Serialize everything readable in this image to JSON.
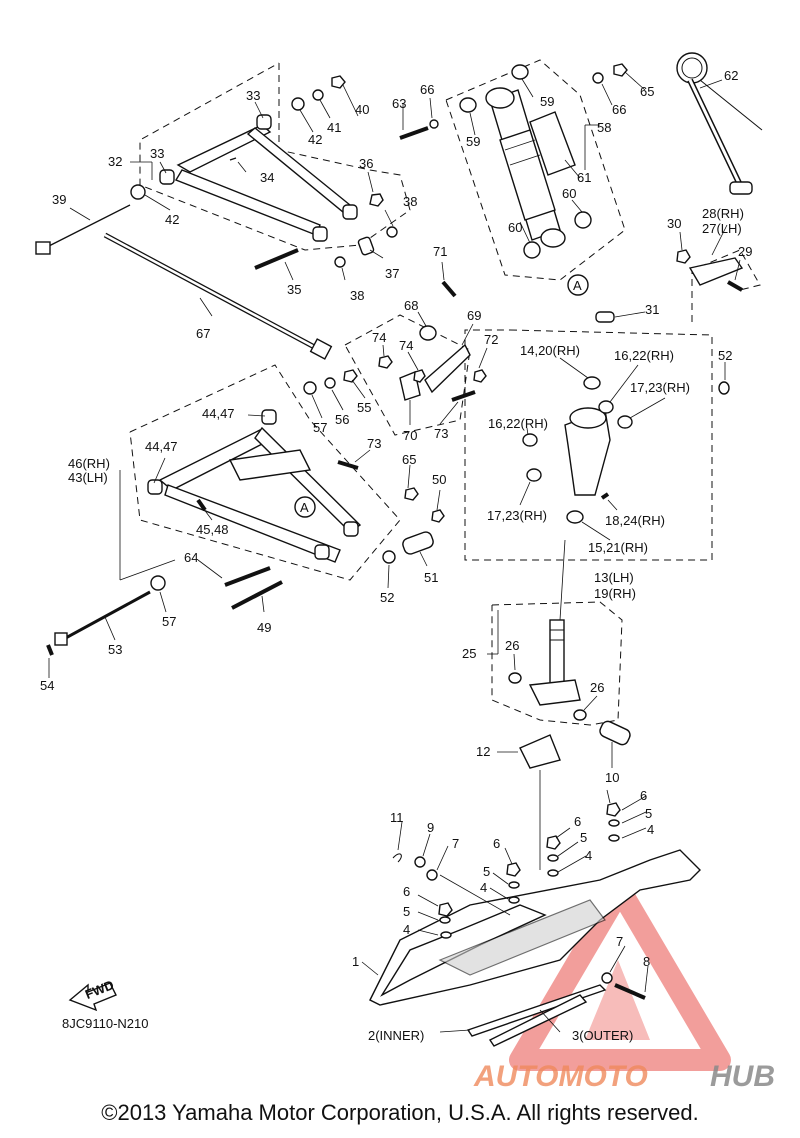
{
  "diagram_code": "8JC9110-N210",
  "copyright": "©2013 Yamaha Motor Corporation, U.S.A. All rights reserved.",
  "watermark": {
    "part1": "AUTOMOTO",
    "part2": "HUB",
    "color1": "#f08a5d",
    "color2": "#8a8a8a",
    "triangle_color": "#e8504a"
  },
  "fwd_label": "FWD",
  "callouts": {
    "c1": "1",
    "c2": "2(INNER)",
    "c3": "3(OUTER)",
    "c4a": "4",
    "c4b": "4",
    "c4c": "4",
    "c5a": "5",
    "c5b": "5",
    "c5c": "5",
    "c5d": "5",
    "c6a": "6",
    "c6b": "6",
    "c6c": "6",
    "c6d": "6",
    "c7a": "7",
    "c7b": "7",
    "c8": "8",
    "c9": "9",
    "c10": "10",
    "c11": "11",
    "c12": "12",
    "c13": "13(LH)",
    "c19": "19(RH)",
    "c1420": "14,20(RH)",
    "c1521": "15,21(RH)",
    "c1622a": "16,22(RH)",
    "c1622b": "16,22(RH)",
    "c1723a": "17,23(RH)",
    "c1723b": "17,23(RH)",
    "c1824": "18,24(RH)",
    "c25": "25",
    "c26a": "26",
    "c26b": "26",
    "c28": "28(RH)",
    "c27": "27(LH)",
    "c29": "29",
    "c30": "30",
    "c31": "31",
    "c32": "32",
    "c33a": "33",
    "c33b": "33",
    "c34": "34",
    "c35": "35",
    "c36": "36",
    "c37": "37",
    "c38a": "38",
    "c38b": "38",
    "c39": "39",
    "c40": "40",
    "c41": "41",
    "c42a": "42",
    "c42b": "42",
    "c4447a": "44,47",
    "c4447b": "44,47",
    "c4548": "45,48",
    "c46": "46(RH)",
    "c43": "43(LH)",
    "c49": "49",
    "c50": "50",
    "c51": "51",
    "c52a": "52",
    "c52b": "52",
    "c53": "53",
    "c54": "54",
    "c55": "55",
    "c56": "56",
    "c57a": "57",
    "c57b": "57",
    "c58": "58",
    "c59a": "59",
    "c59b": "59",
    "c60a": "60",
    "c60b": "60",
    "c61": "61",
    "c62": "62",
    "c63": "63",
    "c64": "64",
    "c65a": "65",
    "c65b": "65",
    "c66a": "66",
    "c66b": "66",
    "c67": "67",
    "c68": "68",
    "c69": "69",
    "c70": "70",
    "c71": "71",
    "c72": "72",
    "c73a": "73",
    "c73b": "73",
    "c74a": "74",
    "c74b": "74",
    "cA1": "A",
    "cA2": "A"
  }
}
